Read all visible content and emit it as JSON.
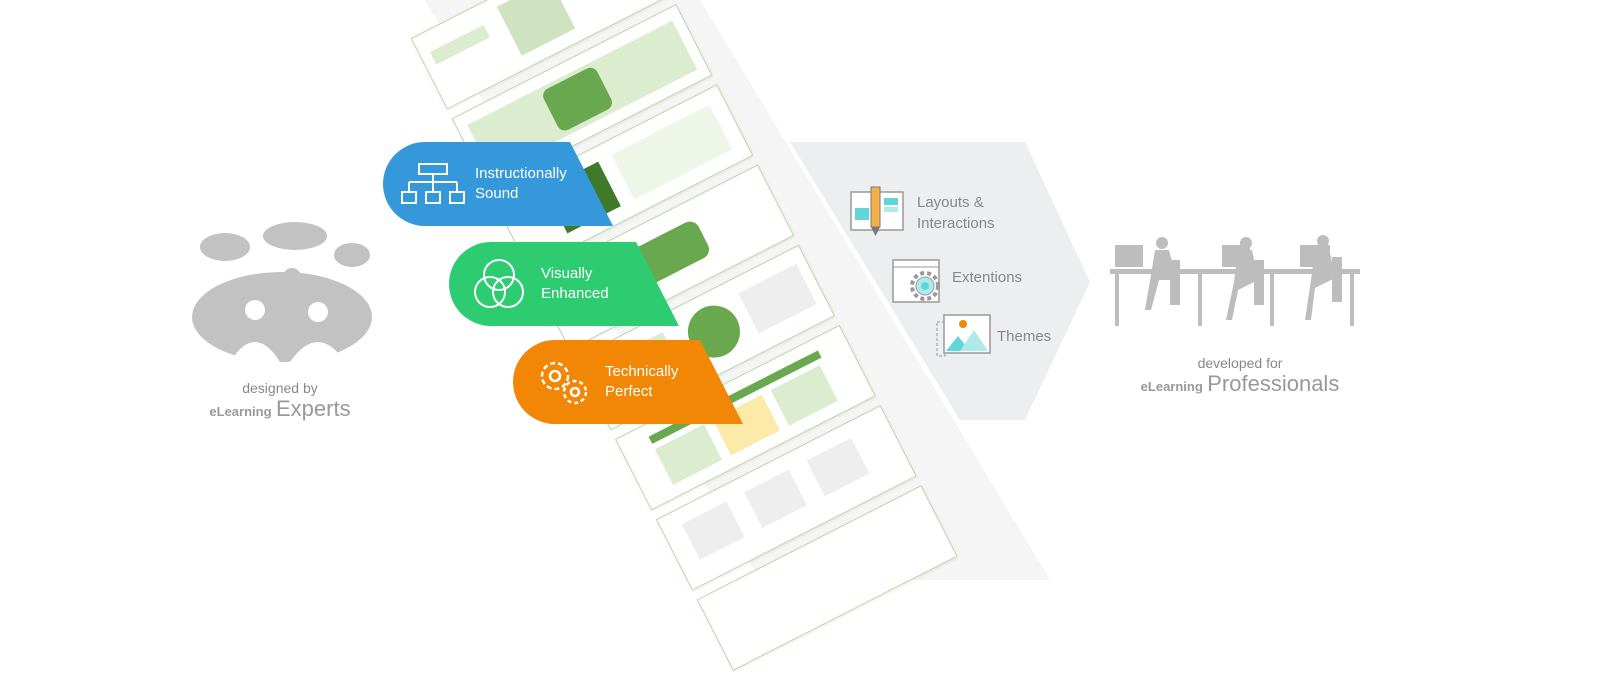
{
  "left": {
    "line1": "designed by",
    "brand": "eLearning",
    "word": "Experts"
  },
  "right": {
    "line1": "developed for",
    "brand": "eLearning",
    "word": "Professionals"
  },
  "ribbons": [
    {
      "label1": "Instructionally",
      "label2": "Sound",
      "icon": "sitemap-icon",
      "color": "#3498db"
    },
    {
      "label1": "Visually",
      "label2": "Enhanced",
      "icon": "venn-icon",
      "color": "#2ecc71"
    },
    {
      "label1": "Technically",
      "label2": "Perfect",
      "icon": "gears-icon",
      "color": "#f28705"
    }
  ],
  "features": [
    {
      "label1": "Layouts &",
      "label2": "Interactions",
      "icon": "layout-pencil-icon"
    },
    {
      "label1": "Extentions",
      "icon": "browser-gear-icon"
    },
    {
      "label1": "Themes",
      "icon": "image-icon"
    }
  ]
}
